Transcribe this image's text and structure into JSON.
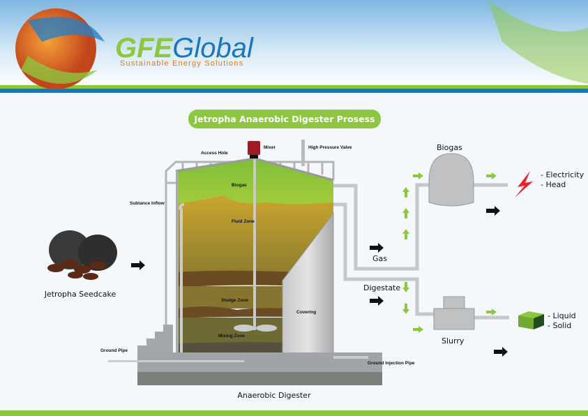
{
  "header": {
    "brand": "GFEGlobal",
    "brand_part1": "GFE",
    "brand_part2": "Global",
    "tagline": "Sustainable Energy Solutions"
  },
  "title": "Jetropha Anaerobic Digester Prosess",
  "labels": {
    "access_hole": "Access Hole",
    "mixer": "Mixer",
    "high_pressure_valve": "High Pressure Valve",
    "substance_inflow": "Subtance Inflow",
    "biogas_zone": "Biogas",
    "fluid_zone": "Fluid Zone",
    "sludge_zone": "Sludge Zone",
    "mixing_zone": "Mixing Zone",
    "covering": "Covering",
    "ground_pipe": "Ground Pipe",
    "ground_injection_pipe": "Ground Injection Pipe",
    "digester": "Anaerobic Digester",
    "seedcake": "Jetropha Seedcake",
    "gas": "Gas",
    "digestate": "Digestate",
    "biogas": "Biogas",
    "slurry": "Slurry",
    "electricity": "- Electricity",
    "head": "- Head",
    "liquid": "- Liquid",
    "solid": "- Solid"
  },
  "colors": {
    "accent_green": "#8dc63f",
    "brand_blue": "#1b75bb"
  }
}
